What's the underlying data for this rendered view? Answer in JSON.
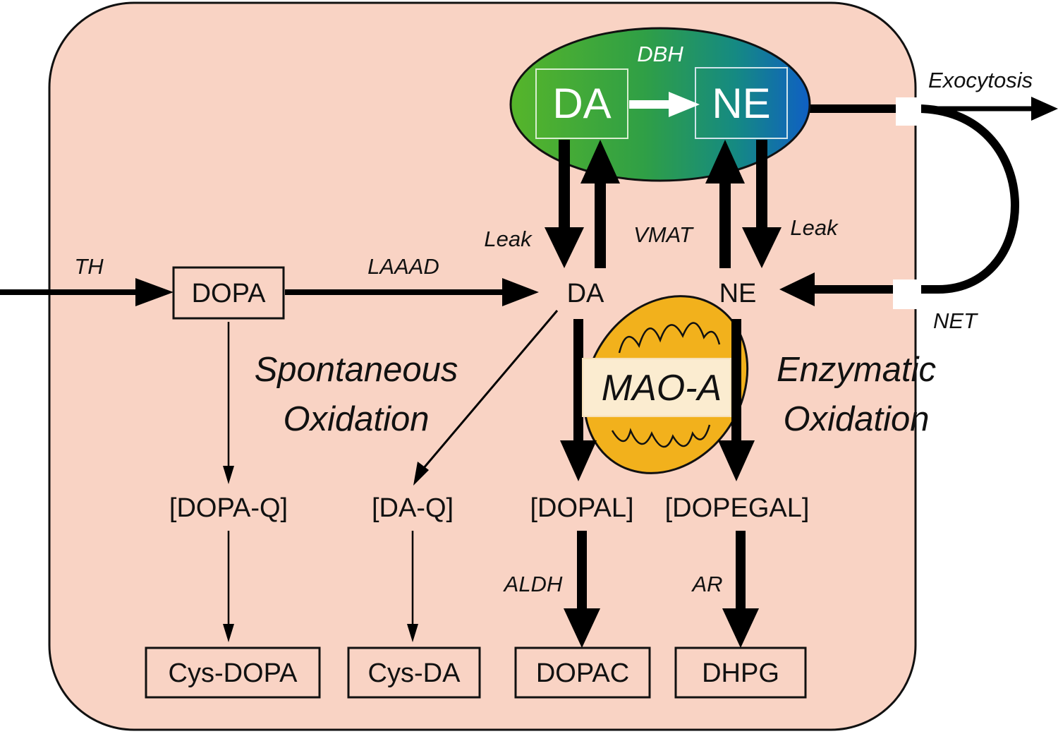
{
  "nodes": {
    "vesicle_da": "DA",
    "vesicle_ne": "NE",
    "dopa": "DOPA",
    "da": "DA",
    "ne": "NE",
    "dopa_q": "[DOPA-Q]",
    "da_q": "[DA-Q]",
    "dopal": "[DOPAL]",
    "dopegal": "[DOPEGAL]",
    "cys_dopa": "Cys-DOPA",
    "cys_da": "Cys-DA",
    "dopac": "DOPAC",
    "dhpg": "DHPG"
  },
  "labels": {
    "dbh": "DBH",
    "exocytosis": "Exocytosis",
    "th": "TH",
    "laaad": "LAAAD",
    "leak_left": "Leak",
    "vmat": "VMAT",
    "leak_right": "Leak",
    "net": "NET",
    "mao_a": "MAO-A",
    "aldh": "ALDH",
    "ar": "AR",
    "spontaneous_1": "Spontaneous",
    "spontaneous_2": "Oxidation",
    "enzymatic_1": "Enzymatic",
    "enzymatic_2": "Oxidation"
  },
  "colors": {
    "cell_fill": "#f9d3c4",
    "vesicle_green": "#3aa935",
    "vesicle_blue": "#1565b8",
    "mitochondrion": "#f2b11c",
    "mao_box": "#fbecd0",
    "line": "#000000"
  }
}
